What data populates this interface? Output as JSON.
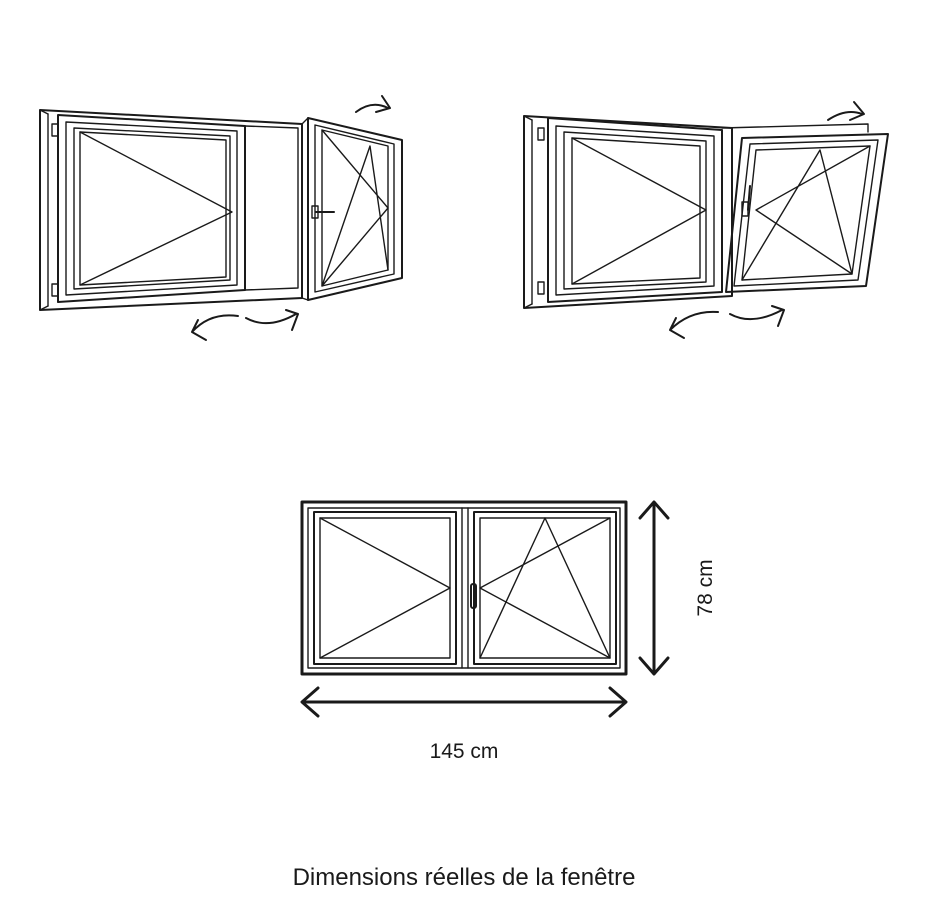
{
  "diagram": {
    "opening_modes": [
      {
        "name": "casement-open",
        "description": "Ouverture à la française"
      },
      {
        "name": "tilt-open",
        "description": "Ouverture oscillo-battant"
      }
    ],
    "dimensions": {
      "width_label": "145 cm",
      "height_label": "78 cm"
    },
    "caption": "Dimensions réelles de la fenêtre"
  }
}
